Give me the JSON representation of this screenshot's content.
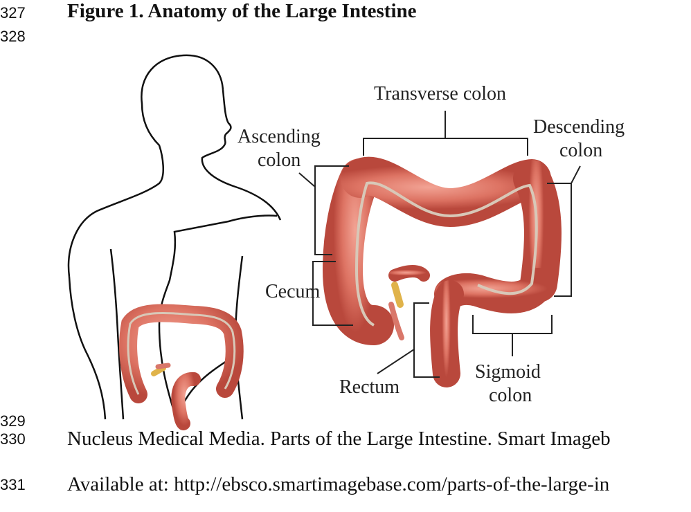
{
  "lines": [
    {
      "number": "327",
      "text": "Figure 1. Anatomy of the Large Intestine"
    },
    {
      "number": "328",
      "text": ""
    },
    {
      "number": "329",
      "text": ""
    },
    {
      "number": "330",
      "text": "Nucleus Medical Media. Parts of the Large Intestine. Smart Imageb"
    },
    {
      "number": "331",
      "text": "Available at: http://ebsco.smartimagebase.com/parts-of-the-large-in"
    }
  ],
  "figure": {
    "labels": {
      "transverse": "Transverse colon",
      "ascending_1": "Ascending",
      "ascending_2": "colon",
      "descending_1": "Descending",
      "descending_2": "colon",
      "cecum": "Cecum",
      "rectum": "Rectum",
      "sigmoid_1": "Sigmoid",
      "sigmoid_2": "colon"
    },
    "colors": {
      "intestine": "#e07a6a",
      "intestine_dark": "#b9483c",
      "mesentery": "#d8c8b8",
      "appendix_fat": "#e0b34a"
    }
  }
}
